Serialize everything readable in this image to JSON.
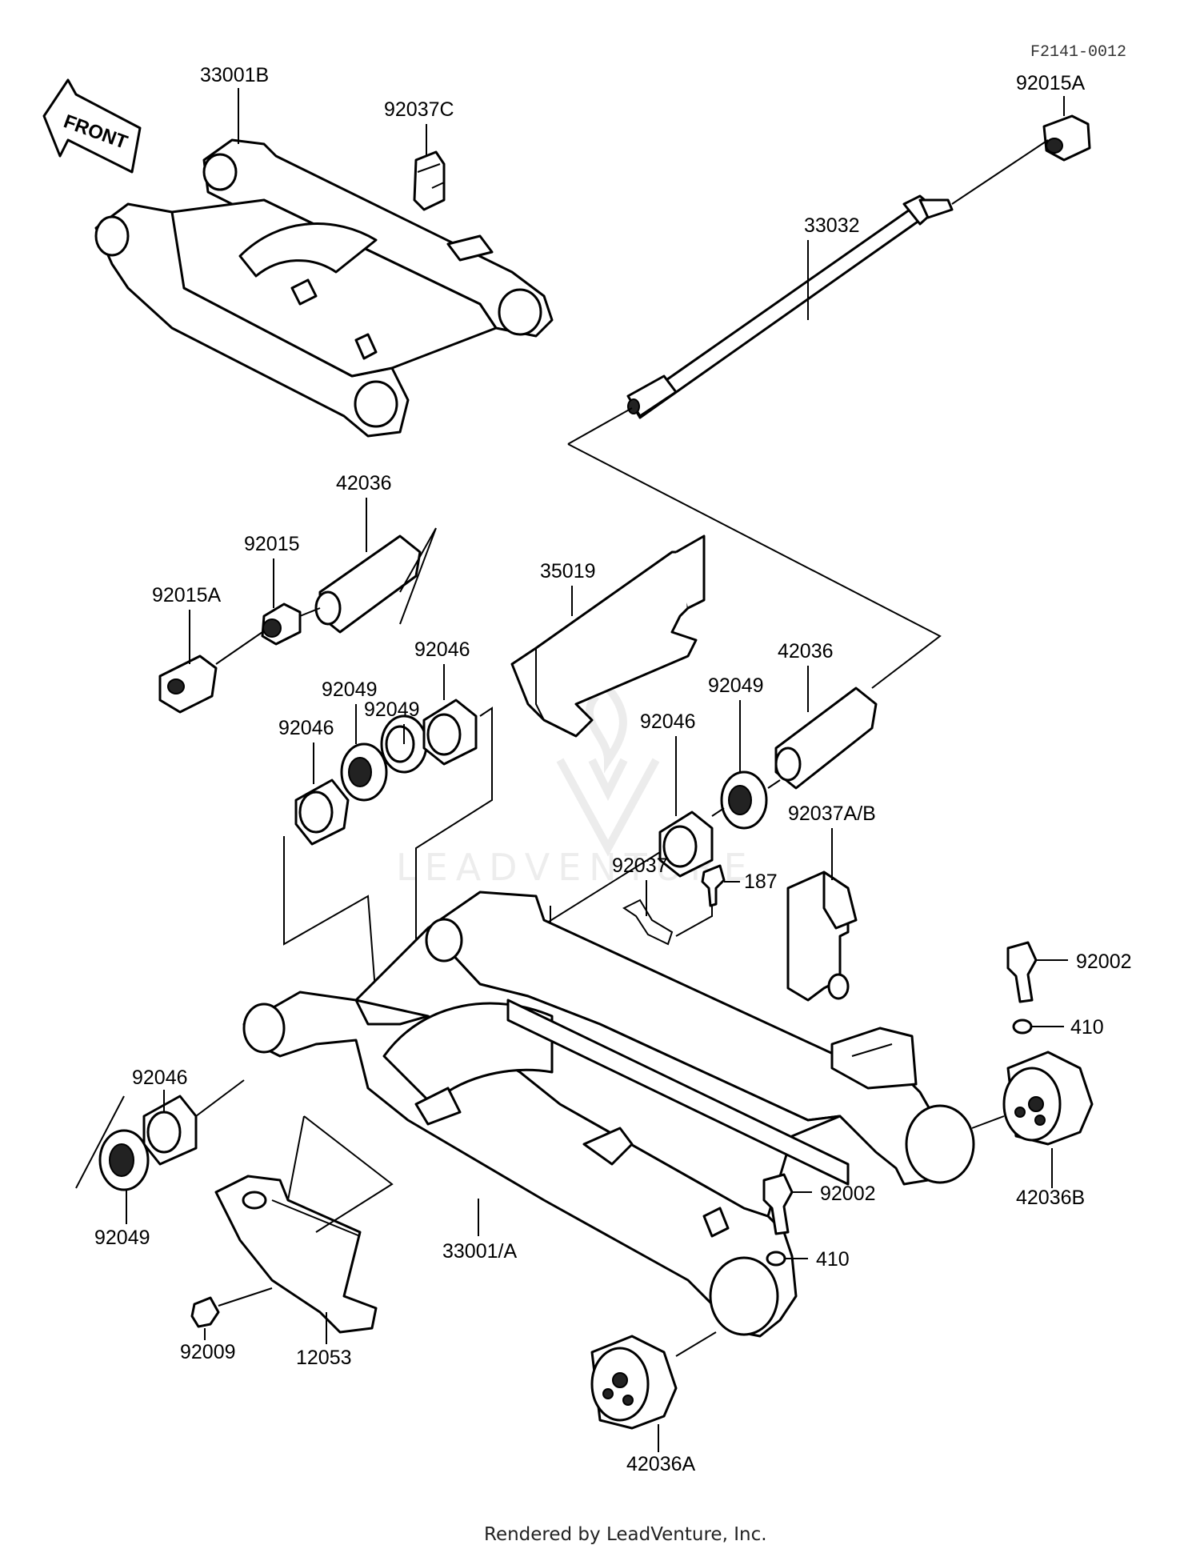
{
  "diagram": {
    "code": "F2141-0012",
    "watermark": "LEADVENTURE",
    "footer": "Rendered by LeadVenture, Inc.",
    "front_arrow": "FRONT",
    "labels": [
      "33001B",
      "92037C",
      "92015A",
      "33032",
      "42036",
      "92015",
      "92015A",
      "35019",
      "92046",
      "92049",
      "92049",
      "92046",
      "42036",
      "92049",
      "92046",
      "92037",
      "187",
      "92037A/B",
      "92002",
      "410",
      "92046",
      "42036B",
      "92049",
      "92002",
      "410",
      "33001/A",
      "92009",
      "12053",
      "42036A"
    ]
  }
}
